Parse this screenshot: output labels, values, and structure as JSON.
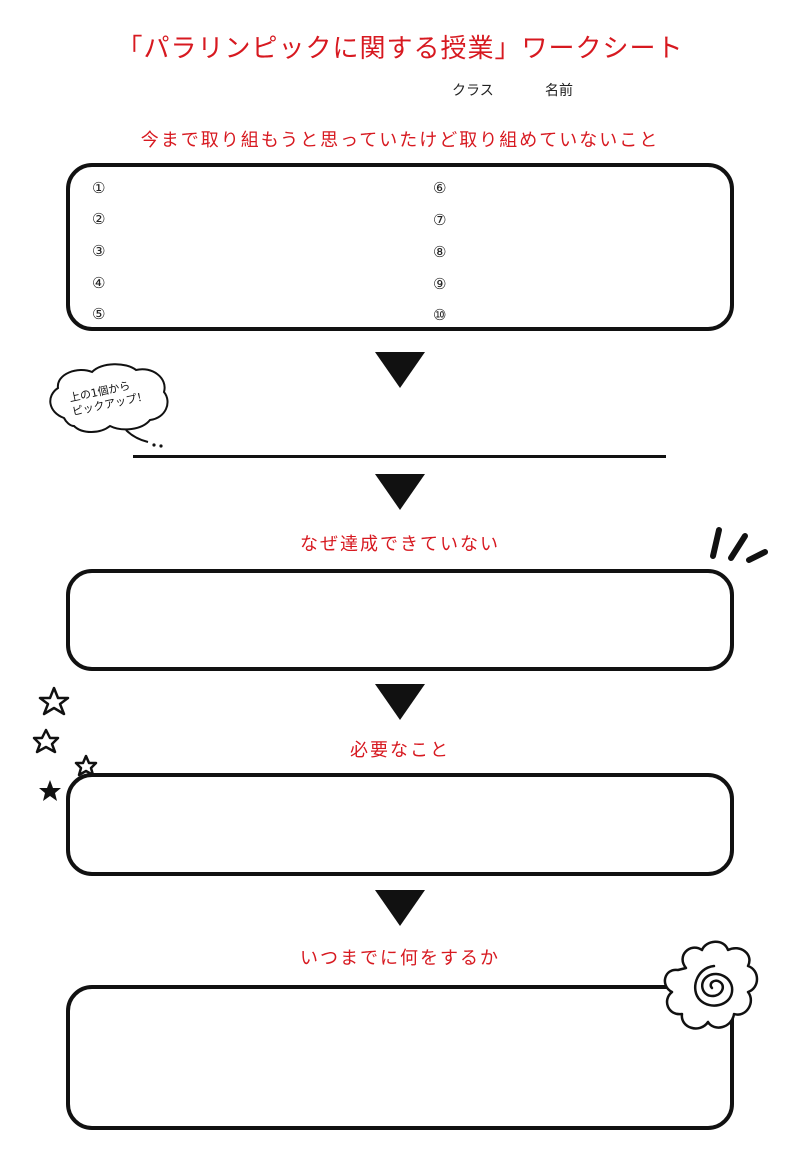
{
  "title": "「パラリンピックに関する授業」ワークシート",
  "meta": {
    "class_label": "クラス",
    "name_label": "名前"
  },
  "sections": {
    "goals": {
      "heading": "今まで取り組もうと思っていたけど取り組めていないこと",
      "left_items": [
        "①",
        "②",
        "③",
        "④",
        "⑤"
      ],
      "right_items": [
        "⑥",
        "⑦",
        "⑧",
        "⑨",
        "⑩"
      ]
    },
    "pickup": {
      "bubble_line1": "上の1個から",
      "bubble_line2": "ピックアップ！"
    },
    "reason": {
      "heading": "なぜ達成できていない"
    },
    "needs": {
      "heading": "必要なこと"
    },
    "plan": {
      "heading": "いつまでに何をするか"
    }
  },
  "colors": {
    "accent": "#d71920",
    "ink": "#111111"
  },
  "icons": [
    "speech-bubble-icon",
    "down-arrow-icon",
    "emphasis-lines-icon",
    "star-icon",
    "spiral-flower-icon"
  ]
}
